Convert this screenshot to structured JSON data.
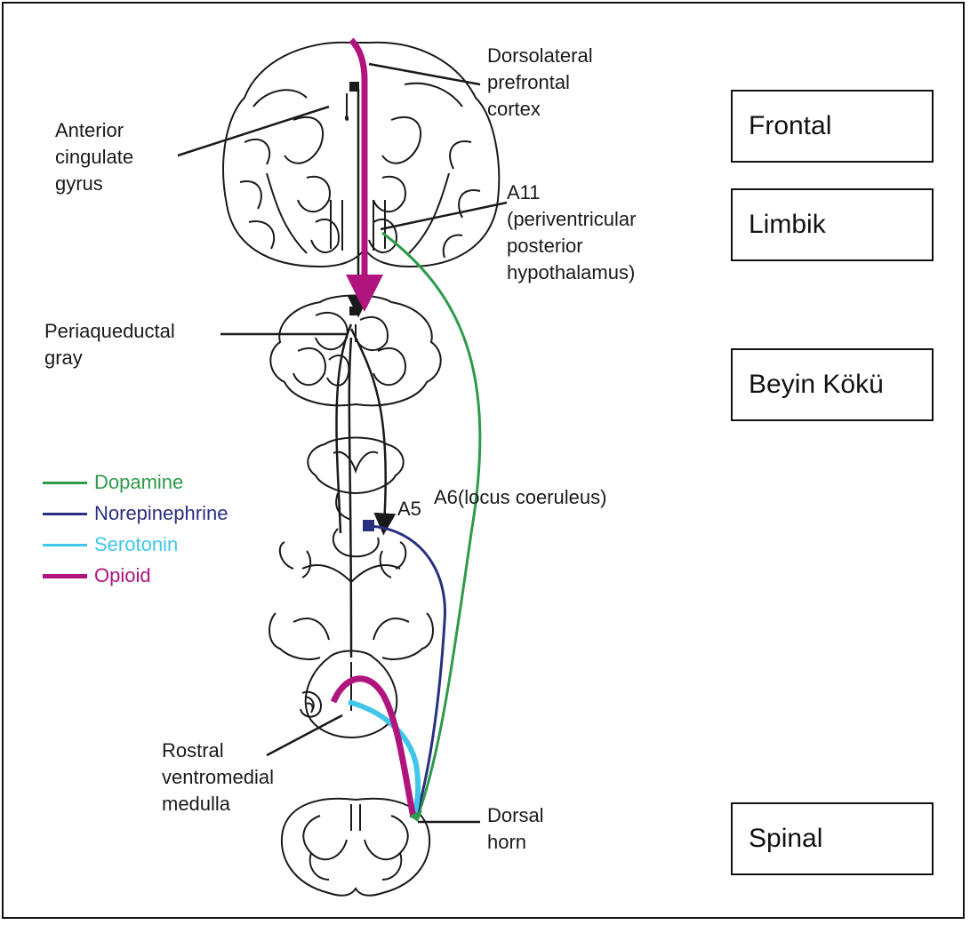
{
  "labels": {
    "dlpfc": "Dorsolateral\nprefrontal\ncortex",
    "acg": "Anterior\ncingulate\ngyrus",
    "a11": "A11\n(periventricular\nposterior\nhypothalamus)",
    "pag": "Periaqueductal\ngray",
    "a5": "A5",
    "a6": "A6(locus coeruleus)",
    "rvm": "Rostral\nventromedial\nmedulla",
    "dorsal_horn": "Dorsal\nhorn"
  },
  "regions": {
    "frontal": "Frontal",
    "limbik": "Limbik",
    "beyin_koku": "Beyin Kökü",
    "spinal": "Spinal"
  },
  "legend": [
    {
      "label": "Dopamine",
      "color": "#2e9a4a"
    },
    {
      "label": "Norepinephrine",
      "color": "#2b2f7f"
    },
    {
      "label": "Serotonin",
      "color": "#41c6ea"
    },
    {
      "label": "Opioid",
      "color": "#b0157e"
    }
  ],
  "colors": {
    "dopamine": "#2e9a4a",
    "norepinephrine": "#2b2f7f",
    "serotonin": "#41c6ea",
    "opioid": "#b0157e",
    "outline": "#1a1a1a"
  }
}
